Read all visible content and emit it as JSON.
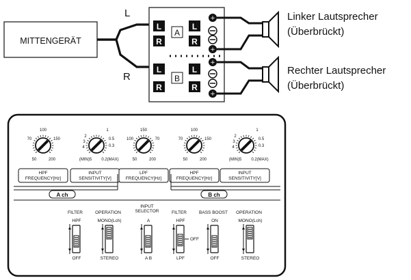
{
  "wiring": {
    "source_label": "MITTENGERÄT",
    "channel_L": "L",
    "channel_R": "R",
    "amp_input_L": "L",
    "amp_input_R": "R",
    "amp_channel_A": "A",
    "amp_channel_B": "B",
    "speaker_left_line1": "Linker Lautsprecher",
    "speaker_left_line2": "(Überbrückt)",
    "speaker_right_line1": "Rechter Lautsprecher",
    "speaker_right_line2": "(Überbrückt)"
  },
  "panel": {
    "knobs": [
      {
        "scale": [
          "70",
          "100",
          "150",
          "50",
          "200"
        ],
        "label_line1": "HPF",
        "label_line2": "FREQUENCY[Hz]"
      },
      {
        "scale": [
          "2",
          "1",
          "0.5",
          "3",
          "0.3",
          "4",
          "(MIN)5",
          "0.2(MAX)"
        ],
        "label_line1": "INPUT",
        "label_line2": "SENSITIVITY[V]"
      },
      {
        "scale": [
          "100",
          "150",
          "70",
          "50",
          "200"
        ],
        "label_line1": "LPF",
        "label_line2": "FREQUENCY[Hz]"
      },
      {
        "scale": [
          "70",
          "100",
          "150",
          "50",
          "200"
        ],
        "label_line1": "HPF",
        "label_line2": "FREQUENCY[Hz]"
      },
      {
        "scale": [
          "2",
          "1",
          "0.5",
          "3",
          "0.3",
          "4",
          "(MIN)5",
          "0.2(MAX)"
        ],
        "label_line1": "INPUT",
        "label_line2": "SENSITIVITY[V]"
      }
    ],
    "ch_a": "A ch",
    "ch_b": "B ch",
    "switches": [
      {
        "title1": "FILTER",
        "title2": "",
        "top": "HPF",
        "middle": "",
        "bottom": "OFF"
      },
      {
        "title1": "OPERATION",
        "title2": "",
        "top": "MONO(Lch)",
        "middle": "",
        "bottom": "STEREO"
      },
      {
        "title1": "INPUT",
        "title2": "SELECTOR",
        "top": "A",
        "middle": "",
        "bottom": "A B"
      },
      {
        "title1": "FILTER",
        "title2": "",
        "top": "HPF",
        "middle": "OFF",
        "bottom": "LPF"
      },
      {
        "title1": "BASS BOOST",
        "title2": "",
        "top": "ON",
        "middle": "",
        "bottom": "OFF"
      },
      {
        "title1": "OPERATION",
        "title2": "",
        "top": "MONO(Lch)",
        "middle": "",
        "bottom": "STEREO"
      }
    ]
  }
}
